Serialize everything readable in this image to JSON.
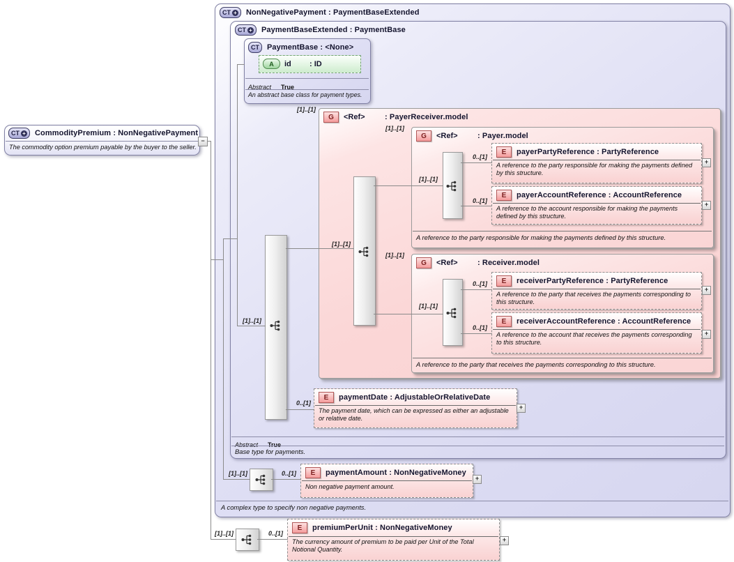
{
  "glyphs": {
    "ct": "CT",
    "g": "G",
    "e": "E",
    "a": "A",
    "plus": "+",
    "minus": "−",
    "expand": "+"
  },
  "cardinality": {
    "req": "[1]..[1]",
    "opt": "0..[1]"
  },
  "colors": {
    "complex_type_fill": "#dcdcf2",
    "group_fill": "#fbd7d7",
    "element_fill": "#f9d6d6",
    "attribute_fill": "#d9f0d9",
    "icon_red": "#b25858",
    "connector": "#8a8a8a"
  },
  "boxes": {
    "commodity_premium": {
      "title": "CommodityPremium : NonNegativePayment",
      "description": "The commodity option premium payable by the buyer to the seller."
    },
    "non_negative_payment": {
      "title": "NonNegativePayment : PaymentBaseExtended",
      "footer": "A complex type to specify non negative payments."
    },
    "payment_base_extended": {
      "title": "PaymentBaseExtended : PaymentBase",
      "abstract_label": "Abstract",
      "abstract_value": "True",
      "footer": "Base type for payments."
    },
    "payment_base": {
      "title": "PaymentBase : <None>",
      "attribute": {
        "name": "id",
        "type": ": ID"
      },
      "abstract_label": "Abstract",
      "abstract_value": "True",
      "description": "An abstract base class for payment types."
    },
    "payer_receiver_group": {
      "ref": "<Ref>",
      "type": ": PayerReceiver.model"
    },
    "payer_group": {
      "ref": "<Ref>",
      "type": ": Payer.model",
      "footer": "A reference to the party responsible for making the payments defined by this structure."
    },
    "receiver_group": {
      "ref": "<Ref>",
      "type": ": Receiver.model",
      "footer": "A reference to the party that receives the payments corresponding to this structure."
    }
  },
  "elements": {
    "payer_party_reference": {
      "title": "payerPartyReference : PartyReference",
      "description": "A reference to the party responsible for making the payments defined by this structure."
    },
    "payer_account_reference": {
      "title": "payerAccountReference : AccountReference",
      "description": "A reference to the account responsible for making the payments defined by this structure."
    },
    "receiver_party_reference": {
      "title": "receiverPartyReference : PartyReference",
      "description": "A reference to the party that receives the payments corresponding to this structure."
    },
    "receiver_account_reference": {
      "title": "receiverAccountReference : AccountReference",
      "description": "A reference to the account that receives the payments corresponding to this structure."
    },
    "payment_date": {
      "title": "paymentDate : AdjustableOrRelativeDate",
      "description": "The payment date, which can be expressed as either an adjustable or relative date."
    },
    "payment_amount": {
      "title": "paymentAmount : NonNegativeMoney",
      "description": "Non negative payment amount."
    },
    "premium_per_unit": {
      "title": "premiumPerUnit : NonNegativeMoney",
      "description": "The currency amount of premium to be paid per Unit of the Total Notional Quantity."
    }
  }
}
